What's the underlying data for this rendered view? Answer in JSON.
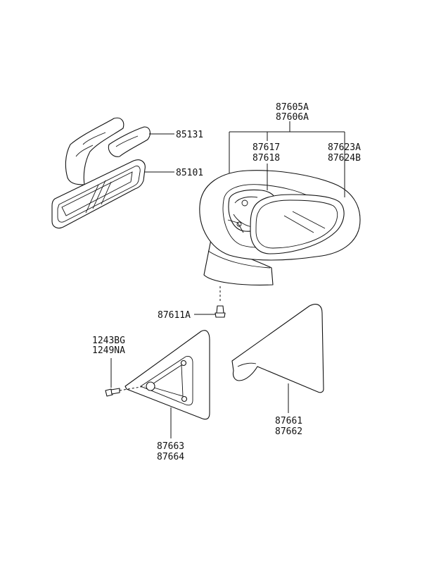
{
  "diagram": {
    "labels": {
      "p85131": "85131",
      "p85101": "85101",
      "p87605A": "87605A",
      "p87606A": "87606A",
      "p87617": "87617",
      "p87618": "87618",
      "p87623A": "87623A",
      "p87624B": "87624B",
      "p87611A": "87611A",
      "p1243BG": "1243BG",
      "p1249NA": "1249NA",
      "p87663": "87663",
      "p87664": "87664",
      "p87661": "87661",
      "p87662": "87662"
    }
  }
}
